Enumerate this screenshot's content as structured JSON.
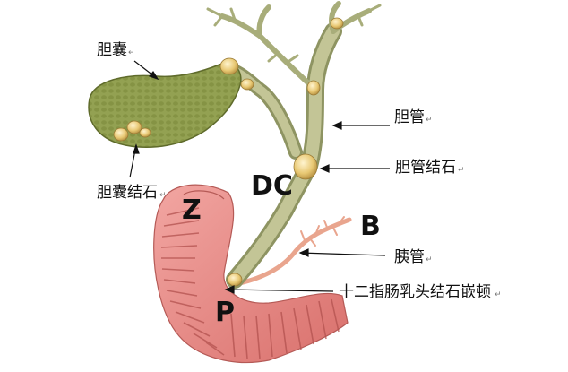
{
  "labels": {
    "gallbladder": "胆囊",
    "bile_duct": "胆管",
    "bile_duct_stone": "胆管结石",
    "gallbladder_stone": "胆囊结石",
    "pancreatic_duct": "胰管",
    "ampullary_stone": "十二指肠乳头结石嵌顿"
  },
  "letters": {
    "z": "Z",
    "dc": "DC",
    "b": "B",
    "p": "P"
  },
  "return_mark": "↵",
  "colors": {
    "gallbladder": "#8a9a4a",
    "bile_duct": "#a8ad7a",
    "duodenum": "#e98a86",
    "stone": "#e8c873",
    "pancreatic_duct": "#e9a58e"
  }
}
